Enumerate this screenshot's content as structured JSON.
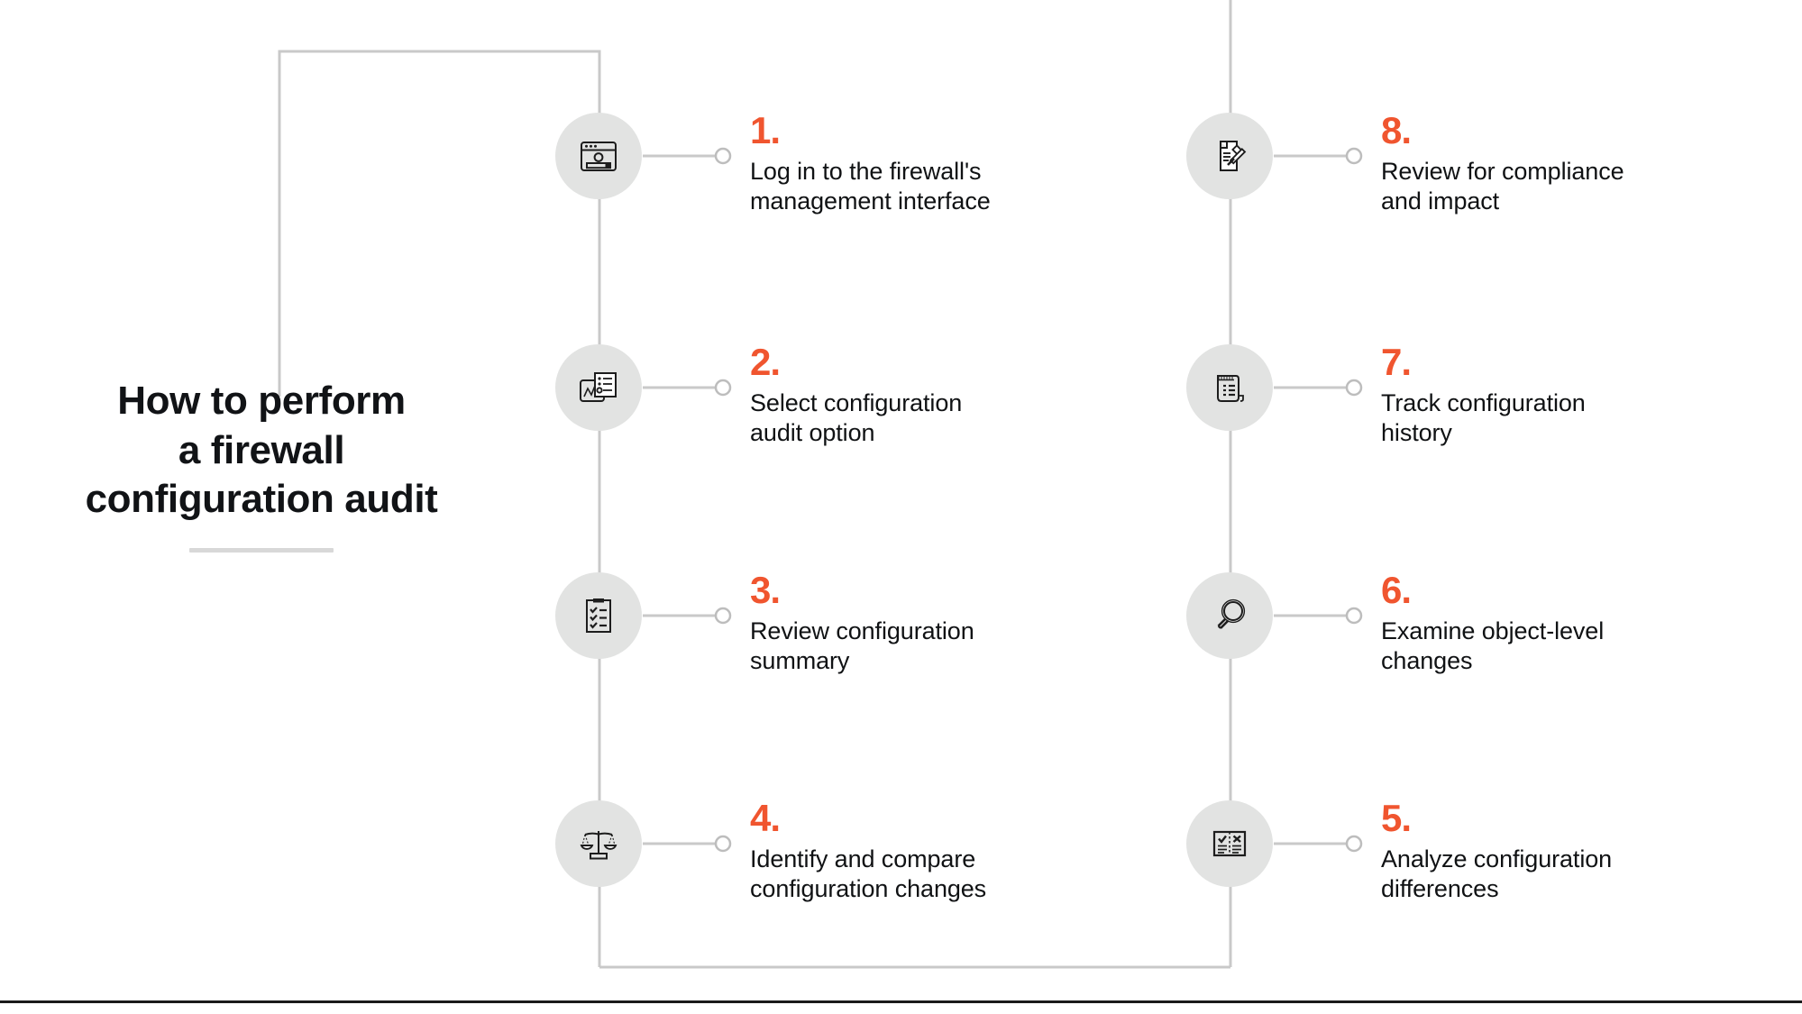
{
  "title": {
    "heading": "How to perform\na firewall\nconfiguration audit",
    "rule_color": "#d8d8d8"
  },
  "theme": {
    "accent": "#f0552f",
    "bubble_bg": "#e2e3e2",
    "line": "#c9c9c9",
    "text": "#101214",
    "background": "#ffffff"
  },
  "steps": [
    {
      "number": "1.",
      "text": "Log in to the firewall's\nmanagement interface",
      "icon": "browser-login-icon",
      "column": "left",
      "row": 1
    },
    {
      "number": "2.",
      "text": "Select configuration\naudit option",
      "icon": "chart-options-document-icon",
      "column": "left",
      "row": 2
    },
    {
      "number": "3.",
      "text": "Review configuration\nsummary",
      "icon": "clipboard-checklist-icon",
      "column": "left",
      "row": 3
    },
    {
      "number": "4.",
      "text": "Identify and compare\nconfiguration changes",
      "icon": "balance-scales-icon",
      "column": "left",
      "row": 4
    },
    {
      "number": "5.",
      "text": "Analyze configuration\ndifferences",
      "icon": "compare-table-icon",
      "column": "right",
      "row": 4
    },
    {
      "number": "6.",
      "text": "Examine object-level\nchanges",
      "icon": "magnifying-glass-icon",
      "column": "right",
      "row": 3
    },
    {
      "number": "7.",
      "text": "Track configuration\nhistory",
      "icon": "scroll-document-icon",
      "column": "right",
      "row": 2
    },
    {
      "number": "8.",
      "text": "Review for compliance\nand impact",
      "icon": "document-gavel-icon",
      "column": "right",
      "row": 1
    }
  ]
}
